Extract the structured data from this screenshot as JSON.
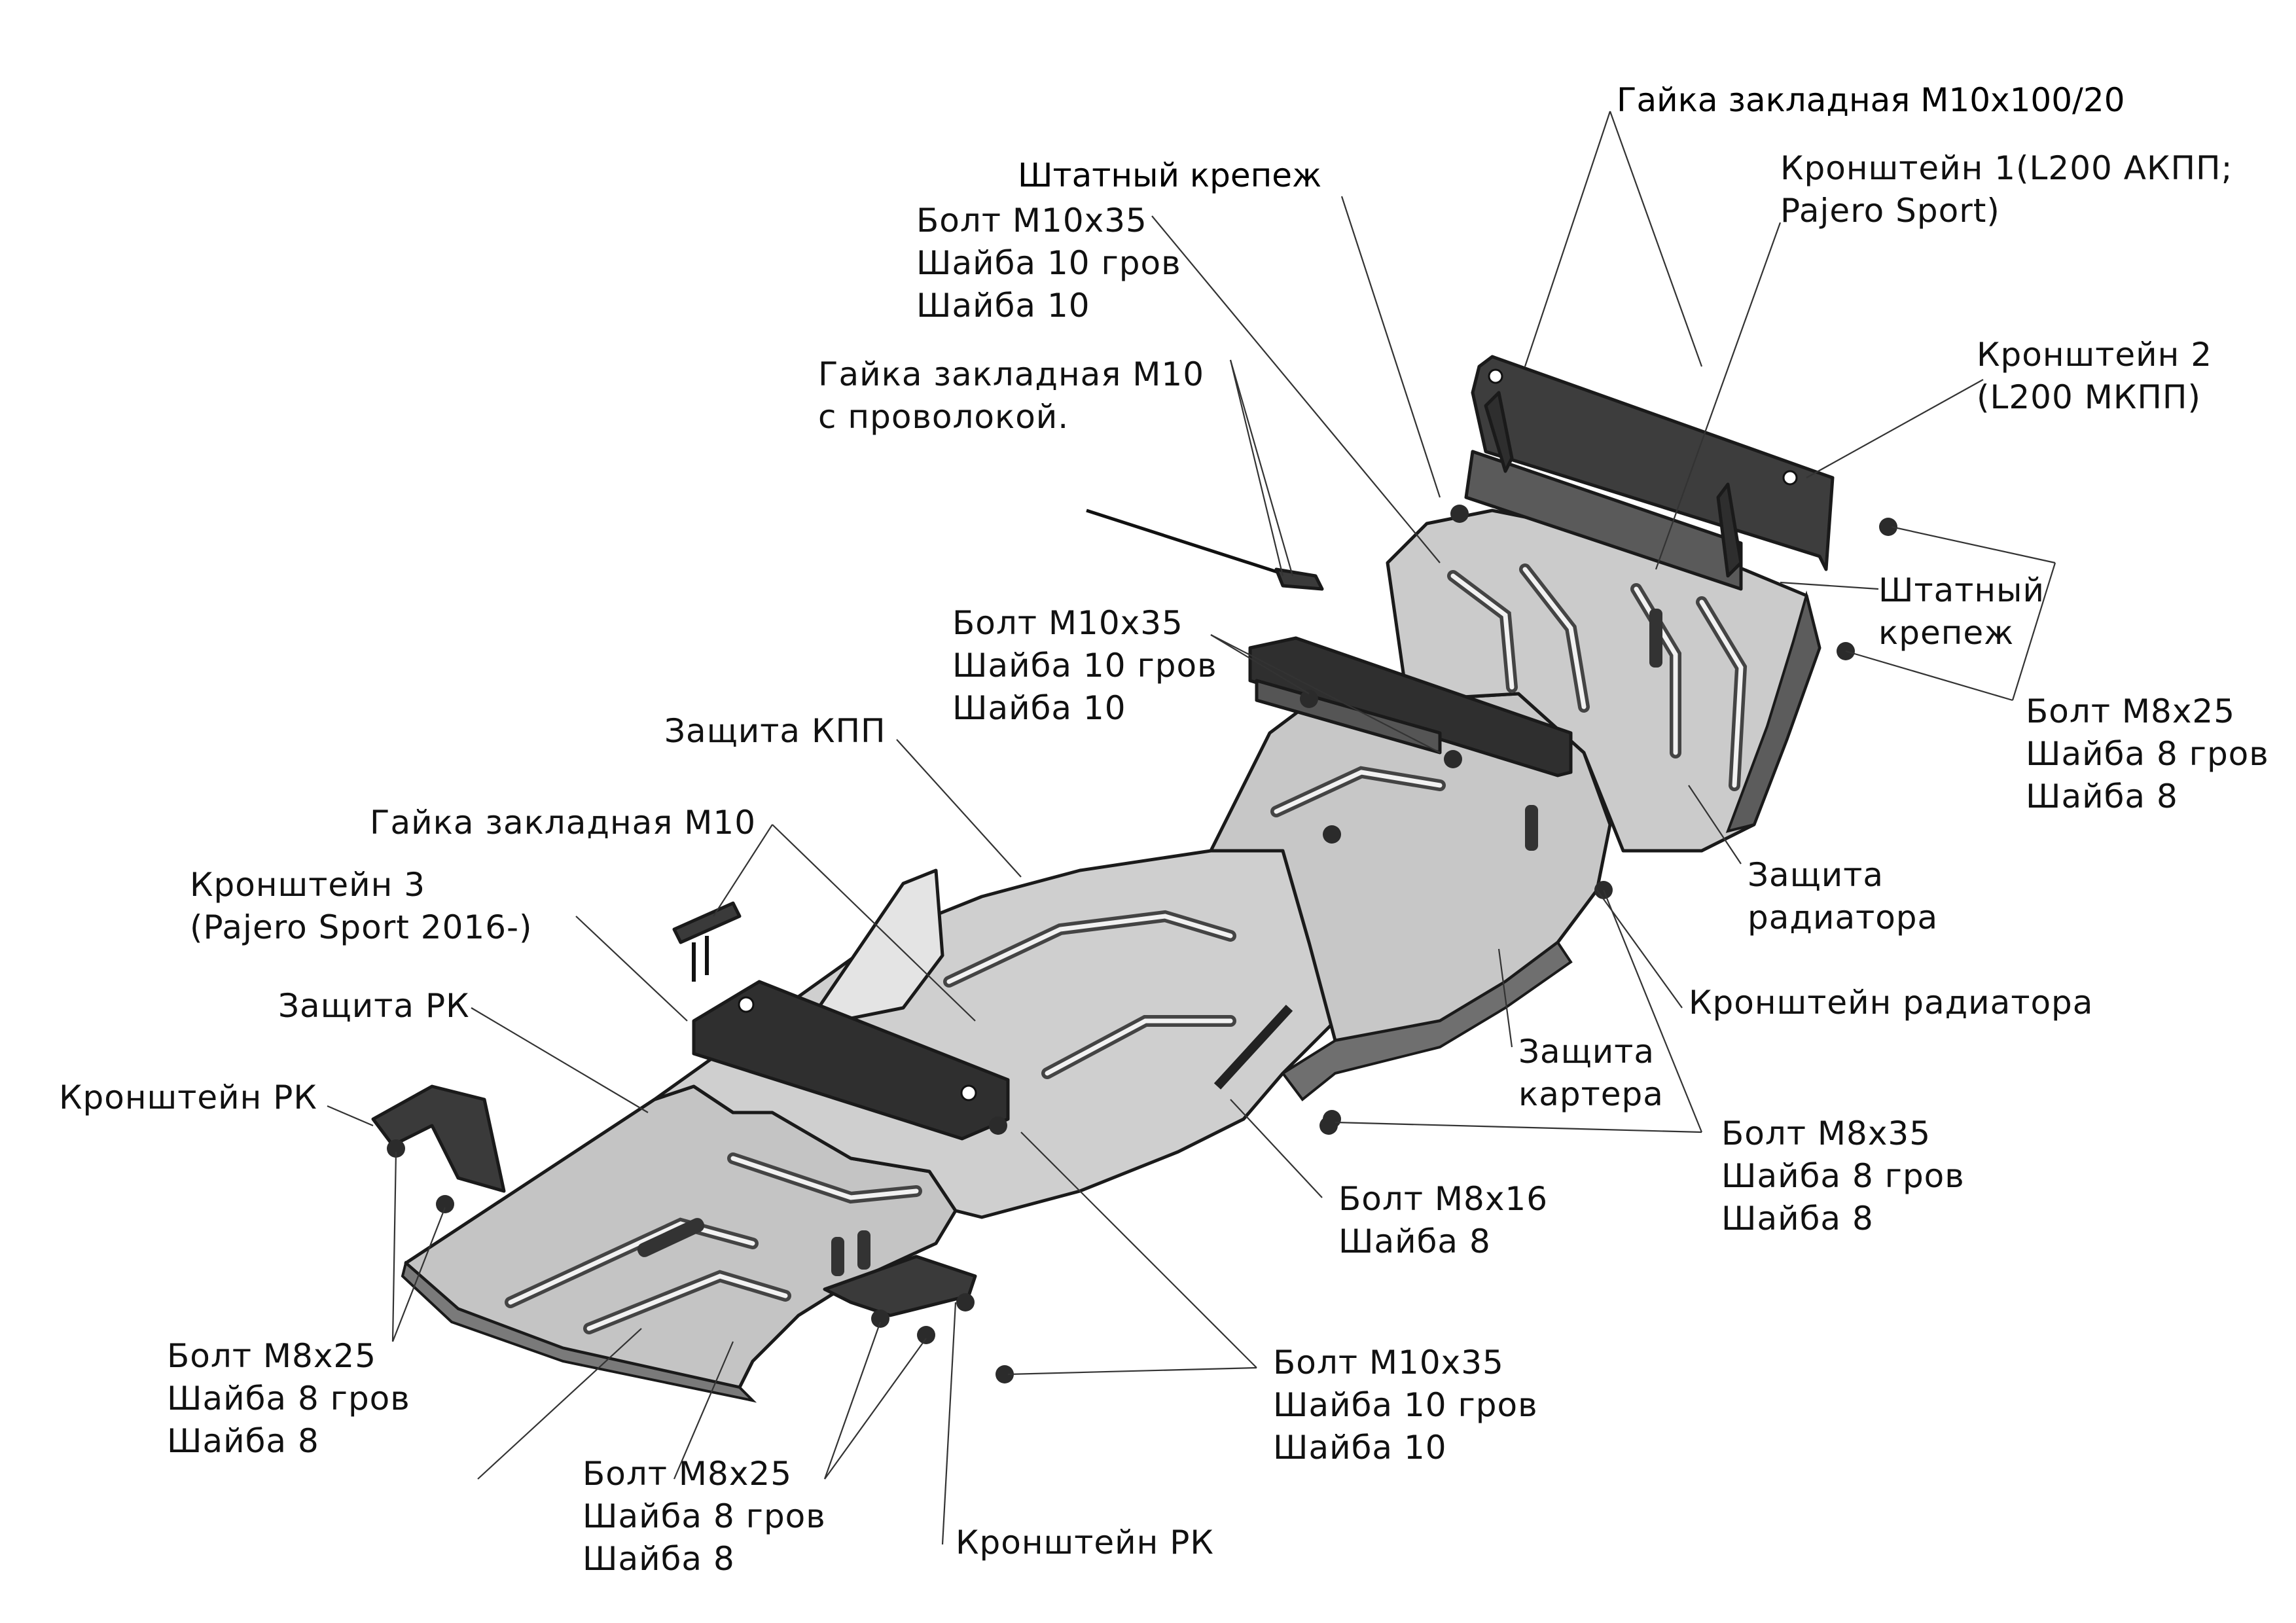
{
  "labels": {
    "nut_m10x100": "Гайка закладная М10х100/20",
    "bracket1": [
      "Кронштейн 1(L200 АКПП;",
      "Pajero Sport)"
    ],
    "stock_fastener_top": "Штатный крепеж",
    "bolt_top_left": [
      "Болт М10х35",
      "Шайба 10 гров",
      "Шайба 10"
    ],
    "bracket2": [
      "Кронштейн 2",
      "(L200 МКПП)"
    ],
    "nut_m10_wire": [
      "Гайка закладная М10",
      "с проволокой."
    ],
    "stock_fastener_right": [
      "Штатный",
      "крепеж"
    ],
    "bolt_middle": [
      "Болт М10х35",
      "Шайба 10 гров",
      "Шайба 10"
    ],
    "bolt_m8x25_right": [
      "Болт М8х25",
      "Шайба 8 гров",
      "Шайба 8"
    ],
    "gearbox_guard": "Защита КПП",
    "nut_m10": "Гайка закладная М10",
    "radiator_guard": [
      "Защита",
      "радиатора"
    ],
    "bracket3": [
      "Кронштейн 3",
      "(Pajero Sport 2016-)"
    ],
    "radiator_bracket": "Кронштейн радиатора",
    "transfer_guard": "Защита РК",
    "crankcase_guard": [
      "Защита",
      "картера"
    ],
    "transfer_bracket_left": "Кронштейн РК",
    "bolt_m8x35": [
      "Болт М8х35",
      "Шайба 8 гров",
      "Шайба 8"
    ],
    "bolt_m8x16": [
      "Болт М8х16",
      "Шайба 8"
    ],
    "bolt_m8x25_left": [
      "Болт М8х25",
      "Шайба 8 гров",
      "Шайба 8"
    ],
    "bolt_m10x35_bottom": [
      "Болт М10х35",
      "Шайба 10 гров",
      "Шайба 10"
    ],
    "bolt_m8x25_bottom": [
      "Болт М8х25",
      "Шайба 8 гров",
      "Шайба 8"
    ],
    "transfer_bracket_bottom": "Кронштейн РК"
  },
  "colors": {
    "plate_fill": "#c9c9c9",
    "plate_dark": "#8a8a8a",
    "bracket_fill": "#3a3a3a",
    "line": "#1a1a1a",
    "text": "#111111"
  }
}
